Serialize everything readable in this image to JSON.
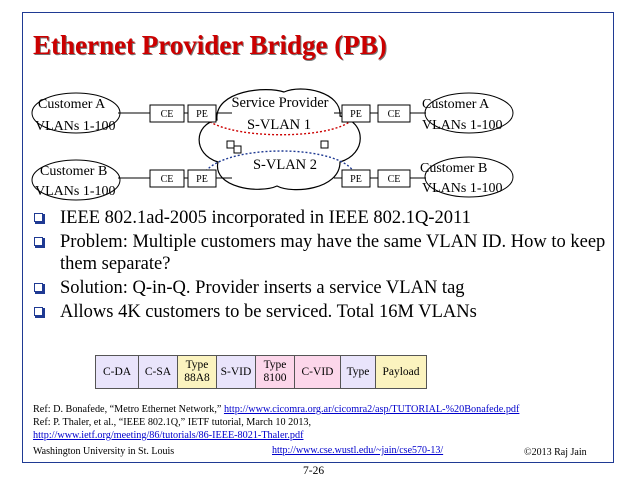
{
  "slide": {
    "title": "Ethernet Provider Bridge (PB)",
    "diagram": {
      "customer_a_left": [
        "Customer A",
        "VLANs 1-100"
      ],
      "customer_b_left": [
        "Customer B",
        "VLANs 1-100"
      ],
      "customer_a_right": [
        "Customer A",
        "VLANs 1-100"
      ],
      "customer_b_right": [
        "Customer B",
        "VLANs 1-100"
      ],
      "ce": "CE",
      "pe": "PE",
      "service_provider": "Service Provider",
      "svlan1": "S-VLAN 1",
      "svlan2": "S-VLAN 2",
      "colors": {
        "svlan1": "#cc0000",
        "svlan2": "#1f3a93"
      }
    },
    "bullets": [
      "IEEE 802.1ad-2005 incorporated in IEEE 802.1Q-2011",
      "Problem: Multiple customers may have the same VLAN ID. How to keep them separate?",
      "Solution: Q-in-Q. Provider inserts a service VLAN tag",
      "Allows 4K customers to be serviced. Total 16M VLANs"
    ],
    "frame_fields": [
      {
        "line1": "C-DA",
        "line2": "",
        "color": "#e9e4fb"
      },
      {
        "line1": "C-SA",
        "line2": "",
        "color": "#e9e4fb"
      },
      {
        "line1": "Type",
        "line2": "88A8",
        "color": "#fbf3bf"
      },
      {
        "line1": "S-VID",
        "line2": "",
        "color": "#e9e4fb"
      },
      {
        "line1": "Type",
        "line2": "8100",
        "color": "#fcd6ea"
      },
      {
        "line1": "C-VID",
        "line2": "",
        "color": "#fcd6ea"
      },
      {
        "line1": "Type",
        "line2": "",
        "color": "#e9e4fb"
      },
      {
        "line1": "Payload",
        "line2": "",
        "color": "#fbf3bf"
      }
    ],
    "refs": [
      {
        "text": "Ref: D. Bonafede, “Metro Ethernet Network,” ",
        "link": "http://www.cicomra.org.ar/cicomra2/asp/TUTORIAL-%20Bonafede.pdf"
      },
      {
        "text": "Ref: P. Thaler, et al., “IEEE 802.1Q,” IETF tutorial, March 10 2013,",
        "link": ""
      },
      {
        "text": "",
        "link": "http://www.ietf.org/meeting/86/tutorials/86-IEEE-8021-Thaler.pdf"
      }
    ],
    "footer": {
      "left": "Washington University in St. Louis",
      "middle": "http://www.cse.wustl.edu/~jain/cse570-13/",
      "right": "©2013 Raj Jain",
      "page": "7-26"
    }
  }
}
